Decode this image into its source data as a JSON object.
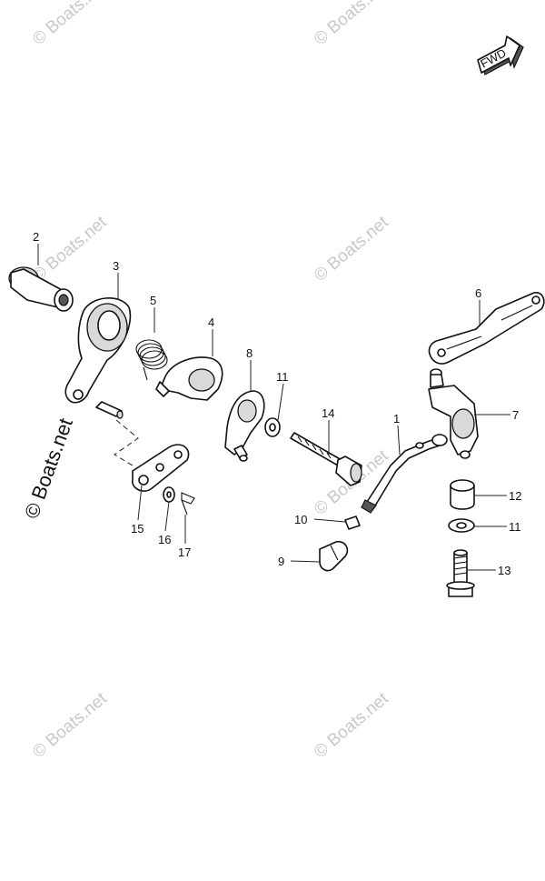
{
  "watermark": {
    "text": "© Boats.net"
  },
  "fwd_label": "FWD",
  "callouts": [
    "1",
    "2",
    "3",
    "4",
    "5",
    "6",
    "7",
    "8",
    "9",
    "10",
    "11",
    "11",
    "12",
    "13",
    "14",
    "15",
    "16",
    "17"
  ]
}
